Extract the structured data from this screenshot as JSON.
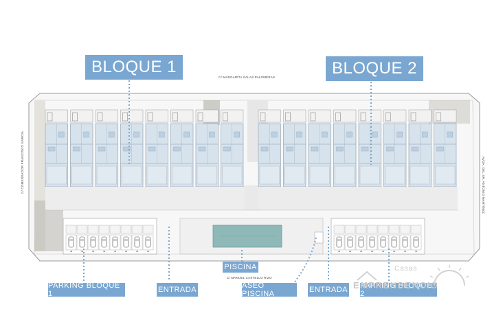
{
  "labels": {
    "bloque1": "BLOQUE 1",
    "bloque2": "BLOQUE 2",
    "parking_bloque1": "PARKING BLOQUE 1",
    "entrada_left": "ENTRADA",
    "aseo_piscina": "ASEO PISCINA",
    "entrada_right": "ENTRADA",
    "parking_bloque2": "PARKING BLOQUE 2",
    "piscina": "PISCINA"
  },
  "streets": {
    "top": "C/ MARGARITA SALAS PALOMERAS",
    "bottom": "C/ MANUEL CASTELLO RIZO",
    "left": "C/ COMENDADOR FRANCISCO GARCÍA",
    "right": "AVDA. DEL SR. ANTONIO MARTÍNEZ"
  },
  "watermark": {
    "top": "Casas",
    "main": "EMPRENDENCIO"
  },
  "colors": {
    "label_fill": "#7aa7d1",
    "pool": "#8fb9b8",
    "apartment_fill": "#d6e2ec",
    "plot_outline": "#9a9a9a",
    "garden": "#b1b0a8"
  }
}
